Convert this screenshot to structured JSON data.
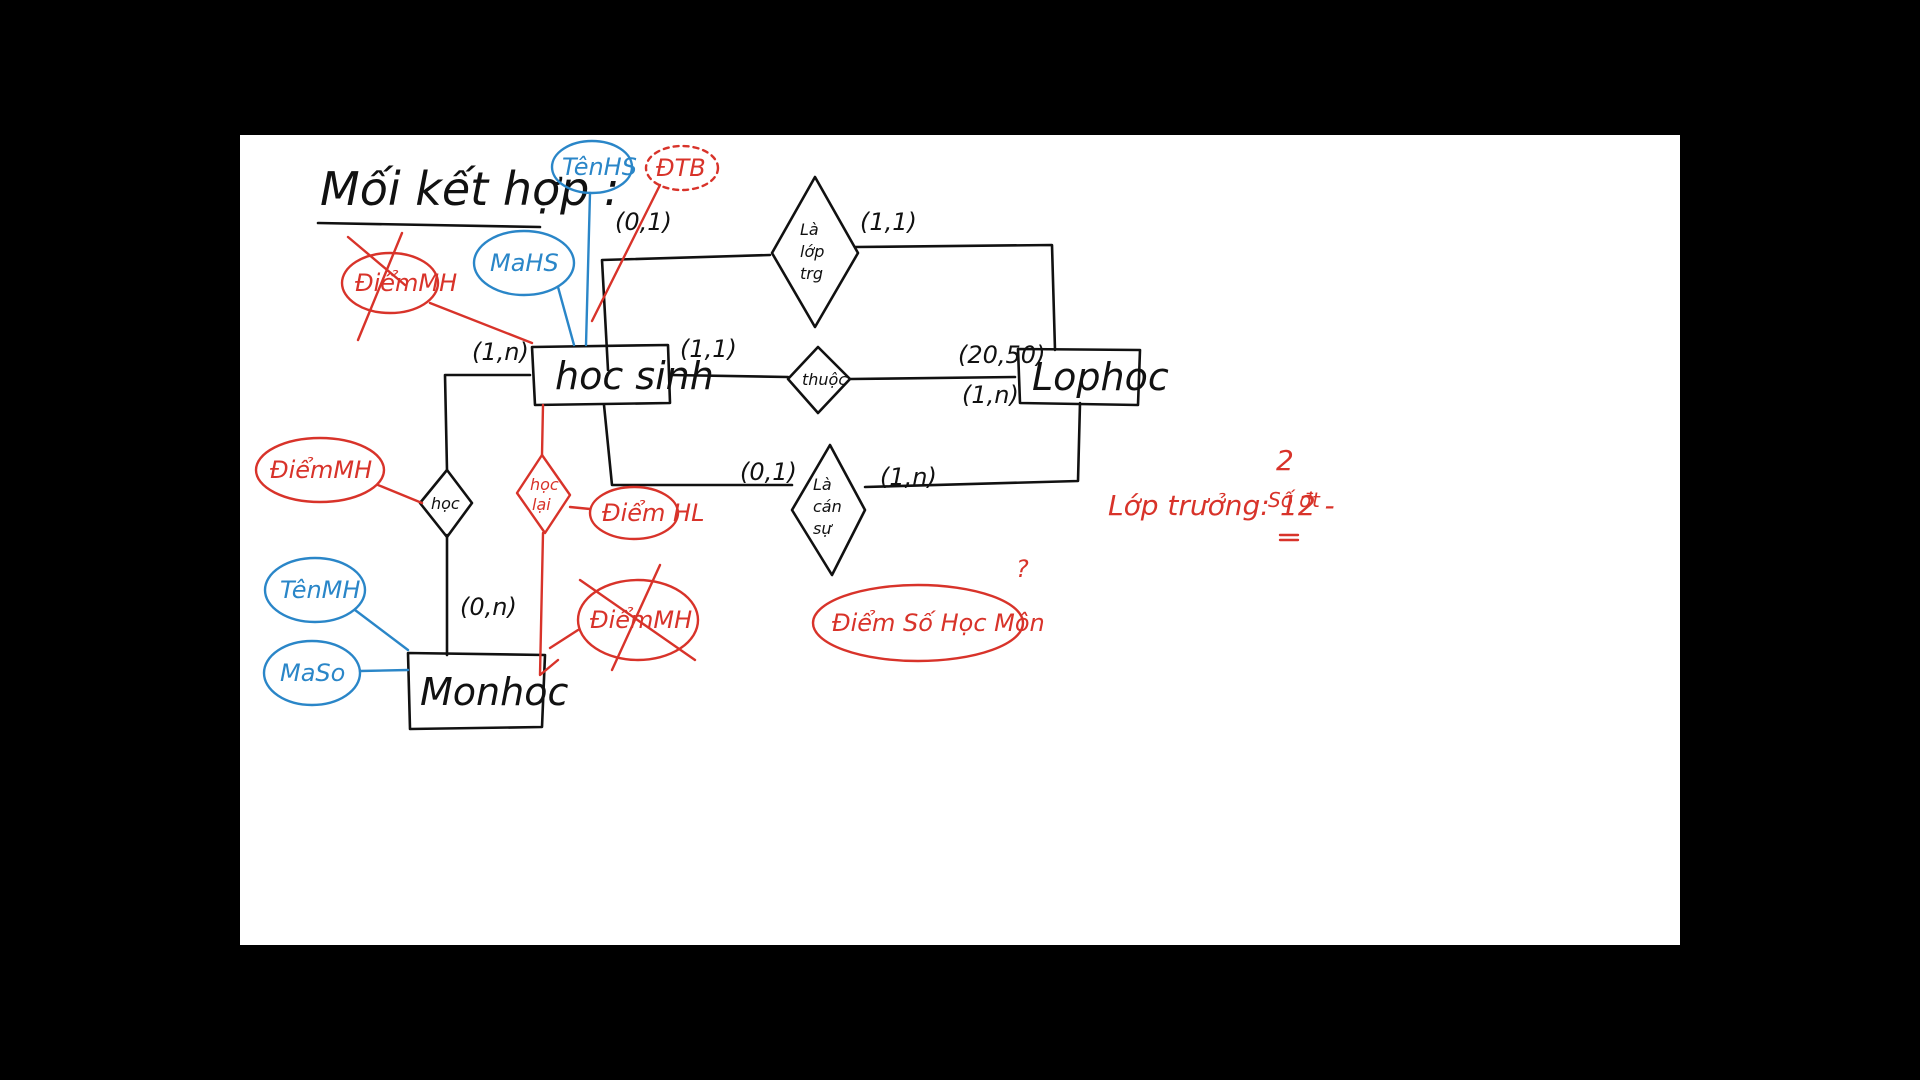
{
  "title": "Mối kết hợp :",
  "entities": {
    "hocsinh": "hoc sinh",
    "lophoc": "Lophoc",
    "monhoc": "Monhoc"
  },
  "relationships": {
    "la_lop_truong": [
      "Là",
      "lớp",
      "trg"
    ],
    "thuoc": "thuộc",
    "hoc": "học",
    "la_can_su": [
      "Là",
      "cán",
      "sự"
    ],
    "hoc_lai": [
      "học",
      "lại"
    ]
  },
  "cardinalities": {
    "hs_lop_truong": "(0,1)",
    "lop_lop_truong": "(1,1)",
    "hs_thuoc": "(1,1)",
    "lop_thuoc": "(20,50)",
    "lop_thuoc2": "(1,n)",
    "hs_can_su": "(0,1)",
    "lop_can_su": "(1,n)",
    "hs_hoc": "(1,n)",
    "mon_hoc": "(0,n)"
  },
  "attributes": {
    "tenhs": "TênHS",
    "mahs": "MaHS",
    "dtb": "ĐTB",
    "diemmh_crossed": "ĐiểmMH",
    "diemmh": "ĐiểmMH",
    "diemhl": "Điểm HL",
    "diemmh_crossed2": "ĐiểmMH",
    "tenmh": "TênMH",
    "mamh": "MaSo",
    "diem_so_hoc_mon": "Điểm Số Học Môn",
    "question": "?"
  },
  "note": {
    "label": "Lớp trưởng:",
    "value": "12 -",
    "stack_top": "2",
    "stack_bottom": "Số đt"
  },
  "colors": {
    "background": "#000000",
    "board": "#ffffff",
    "ink_black": "#111111",
    "ink_red": "#d8332a",
    "ink_blue": "#2a86c8"
  }
}
